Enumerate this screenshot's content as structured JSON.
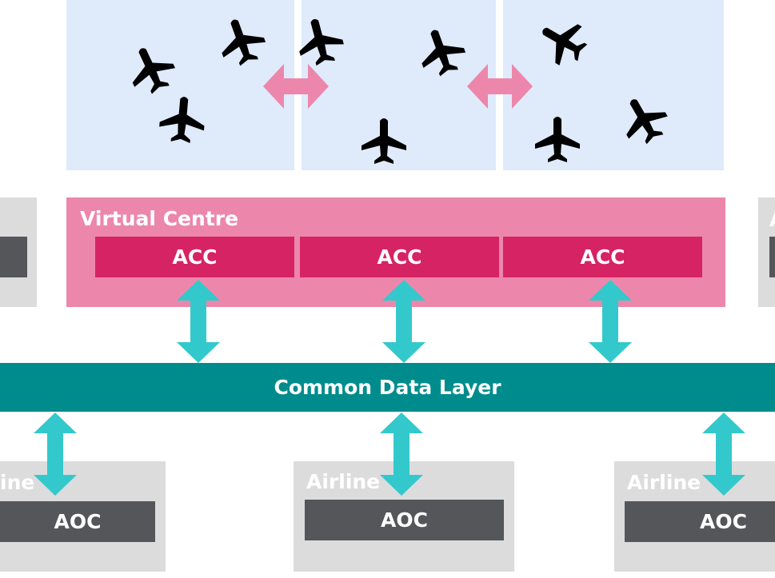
{
  "colors": {
    "sky": "#dfeafb",
    "virtual_centre": "#ec87ab",
    "acc": "#d62364",
    "common_data_layer": "#008c8c",
    "link_arrow": "#33c9cc",
    "sector_arrow": "#ec87ab",
    "airline_box": "#dcdcdd",
    "aoc": "#545659",
    "plane": "#000000"
  },
  "virtual_centre": {
    "title": "Virtual Centre",
    "units": [
      "ACC",
      "ACC",
      "ACC"
    ]
  },
  "common_data_layer": {
    "label": "Common Data Layer"
  },
  "airlines": [
    {
      "label": "ine",
      "unit": "AOC"
    },
    {
      "label": "Airline",
      "unit": "AOC"
    },
    {
      "label": "Airline",
      "unit": "AOC"
    }
  ],
  "side_panels": {
    "right_label": "A"
  },
  "icons": {
    "aircraft": "airplane-icon",
    "link": "double-arrow-icon"
  }
}
